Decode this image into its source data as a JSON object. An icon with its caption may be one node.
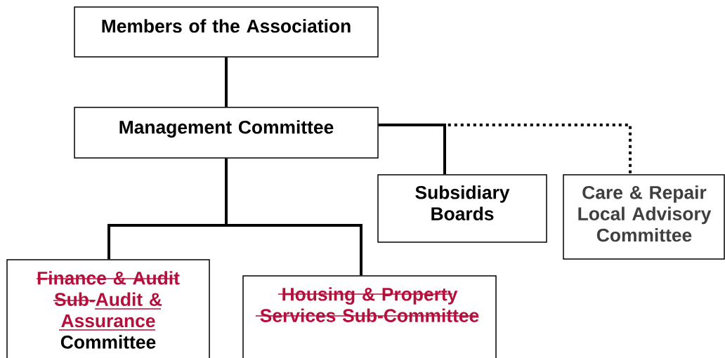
{
  "diagram": {
    "nodes": [
      {
        "text": [
          "Members of the Association"
        ]
      },
      {
        "text": [
          "Management Committee"
        ]
      },
      {
        "text": [
          "Subsidiary Boards"
        ]
      },
      {
        "text": [
          "Care & Repair Local Advisory Committee"
        ]
      },
      {
        "text": [
          "Finance & Audit Sub-",
          "Audit & Assurance",
          "Committee"
        ]
      },
      {
        "text": [
          "Housing & Property Services Sub-Committee"
        ]
      }
    ],
    "edges": [
      {
        "from": 0,
        "to": 1,
        "arrow": "none"
      },
      {
        "from": 1,
        "to": 2,
        "arrow": "none"
      },
      {
        "from": 1,
        "to": 3,
        "arrow": "none",
        "style": "dashed"
      },
      {
        "from": 1,
        "to": 4,
        "arrow": "none"
      },
      {
        "from": 1,
        "to": 5,
        "arrow": "none"
      }
    ]
  }
}
